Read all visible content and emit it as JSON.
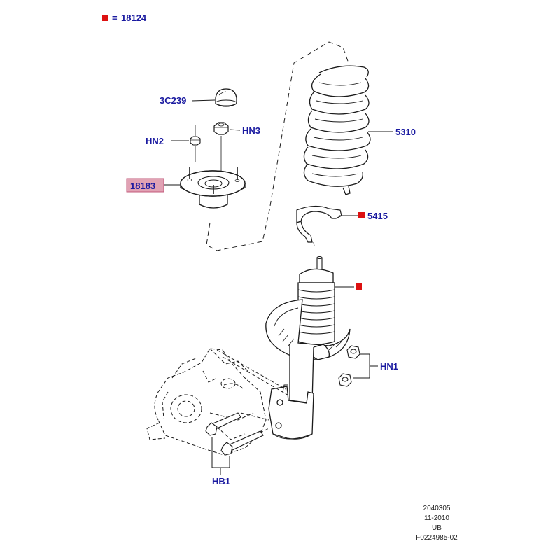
{
  "colors": {
    "callout_text": "#1a1aa0",
    "marker_red": "#dd1111",
    "highlight_fill": "#e1a2b4",
    "highlight_stroke": "#c2587a",
    "line": "#1a1a1a",
    "info_text": "#222222"
  },
  "legend": {
    "separator": "=",
    "part_number": "18124"
  },
  "callouts": {
    "cap": "3C239",
    "stud_nut_left": "HN2",
    "top_nut": "HN3",
    "strut_mount": "18183",
    "coil_spring": "5310",
    "spring_insulator": "5415",
    "strut_nuts": "HN1",
    "knuckle_bolts": "HB1"
  },
  "info_block": {
    "line1": "2040305",
    "line2": "11-2010",
    "line3": "UB",
    "line4": "F0224985-02"
  }
}
